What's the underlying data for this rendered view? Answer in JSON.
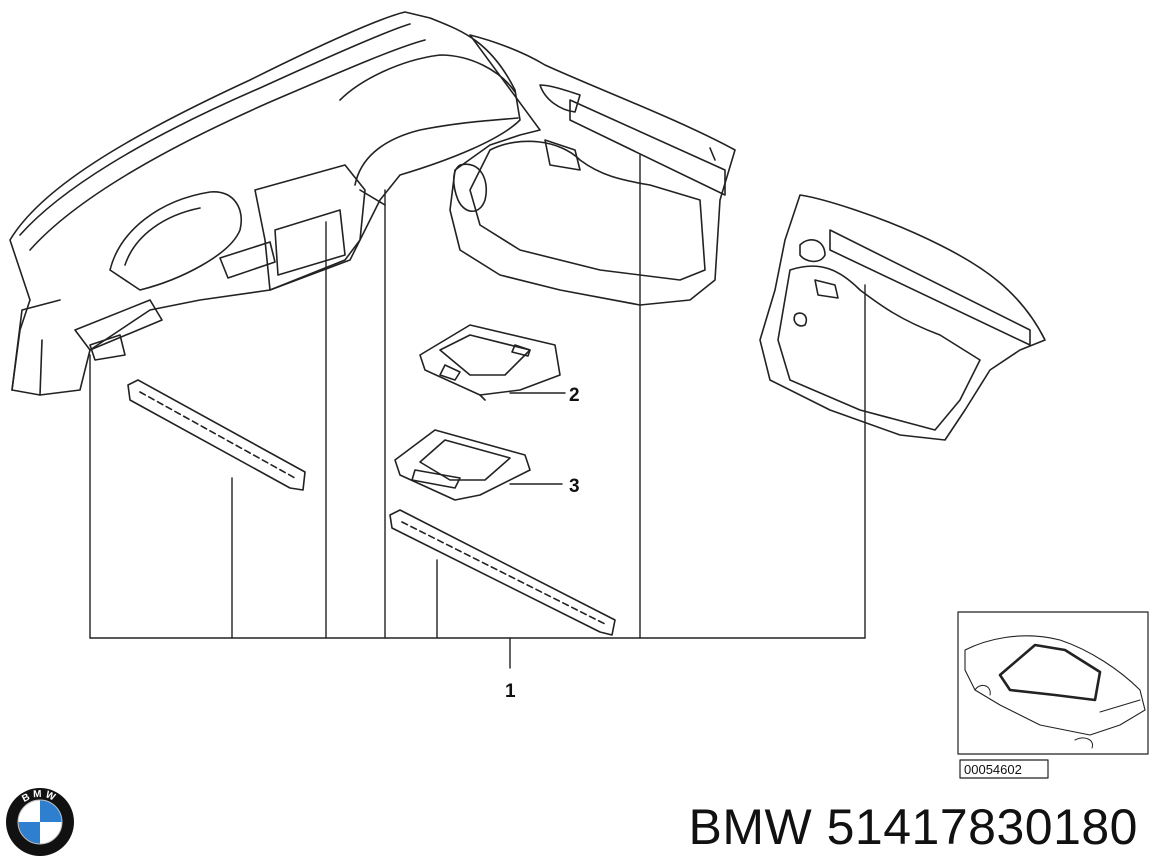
{
  "callouts": {
    "part1": "1",
    "part2": "2",
    "part3": "3"
  },
  "reference_code": "00054602",
  "footer": {
    "brand": "BMW",
    "part_number": "51417830180"
  },
  "logo": {
    "text": "BMW",
    "colors": {
      "blue": "#2f7fd0",
      "white": "#ffffff",
      "ring": "#111111"
    }
  }
}
